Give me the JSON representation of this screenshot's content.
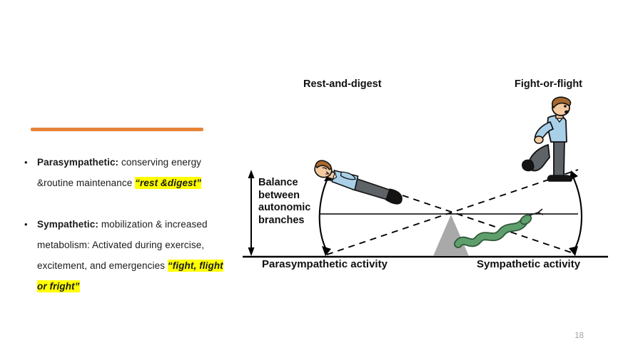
{
  "slide": {
    "page_number": "18",
    "accent_color": "#e8833a",
    "highlight_color": "#ffff00"
  },
  "bullets": [
    {
      "marker": "•",
      "term": "Parasympathetic:",
      "body": " conserving energy &routine maintenance ",
      "highlight": "“rest &digest”"
    },
    {
      "marker": "•",
      "term": "Sympathetic:",
      "body": " mobilization & increased metabolism:  Activated during exercise, excitement, and emergencies ",
      "highlight": "“fight, flight or fright”"
    }
  ],
  "figure": {
    "label_rest_and_digest": "Rest-and-digest",
    "label_fight_or_flight": "Fight-or-flight",
    "label_balance": "Balance between autonomic branches",
    "label_parasympathetic_axis": "Parasympathetic activity",
    "label_sympathetic_axis": "Sympathetic activity",
    "colors": {
      "skin": "#f3c9a0",
      "hair": "#a7682f",
      "shirt": "#a9d0e8",
      "pants": "#5e6368",
      "shoe": "#1a1a1a",
      "snake_body": "#5f9e6d",
      "snake_outline": "#2f5a38",
      "fulcrum": "#a9a9a9",
      "line": "#000000"
    }
  }
}
